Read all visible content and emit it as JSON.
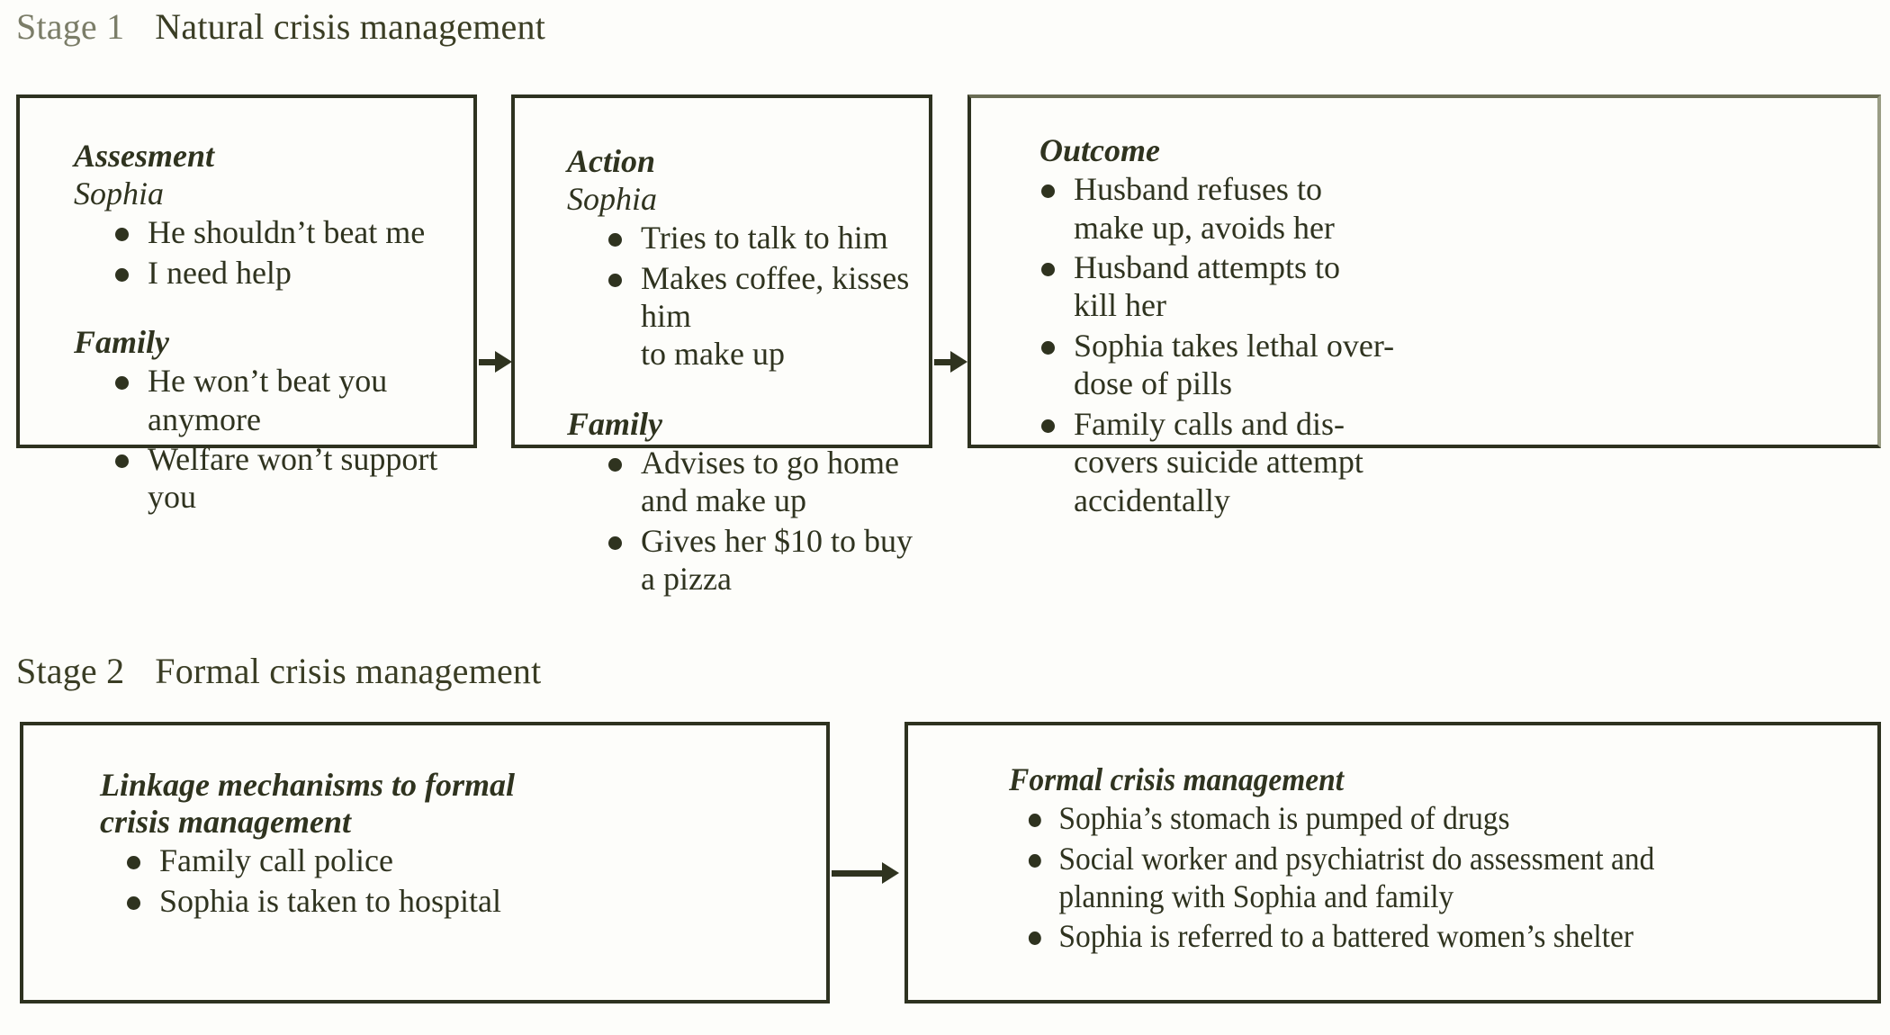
{
  "stages": [
    {
      "label": "Stage 1",
      "title": "Natural crisis management",
      "boxes": [
        {
          "name": "assessment-box",
          "groups": [
            {
              "heading": "Assesment",
              "subheading": "Sophia",
              "items": [
                "He shouldn’t beat me",
                "I need help"
              ]
            },
            {
              "heading": "Family",
              "subheading": "",
              "items": [
                "He won’t beat you anymore",
                "Welfare won’t support you"
              ]
            }
          ]
        },
        {
          "name": "action-box",
          "groups": [
            {
              "heading": "Action",
              "subheading": "Sophia",
              "items": [
                "Tries to talk to him",
                "Makes coffee, kisses him\nto make up"
              ]
            },
            {
              "heading": "Family",
              "subheading": "",
              "items": [
                "Advises to go home\nand make up",
                "Gives her $10 to buy a pizza"
              ]
            }
          ]
        },
        {
          "name": "outcome-box",
          "groups": [
            {
              "heading": "Outcome",
              "subheading": "",
              "items": [
                "Husband refuses to\nmake up, avoids her",
                "Husband attempts to\nkill her",
                "Sophia takes lethal over-\ndose of pills",
                "Family calls and dis-\ncovers suicide attempt\naccidentally"
              ]
            }
          ]
        }
      ]
    },
    {
      "label": "Stage 2",
      "title": "Formal crisis management",
      "boxes": [
        {
          "name": "linkage-box",
          "groups": [
            {
              "heading": "Linkage mechanisms to formal\ncrisis management",
              "subheading": "",
              "items": [
                "Family call police",
                "Sophia is taken to hospital"
              ]
            }
          ]
        },
        {
          "name": "formal-crisis-box",
          "groups": [
            {
              "heading": "Formal crisis management",
              "subheading": "",
              "items": [
                "Sophia’s stomach is pumped of drugs",
                "Social worker and psychiatrist do assessment and\nplanning with Sophia and family",
                "Sophia is referred to a battered women’s shelter"
              ]
            }
          ]
        }
      ]
    }
  ],
  "arrows": [
    {
      "name": "arrow-assessment-to-action"
    },
    {
      "name": "arrow-action-to-outcome"
    },
    {
      "name": "arrow-linkage-to-formal"
    }
  ],
  "colors": {
    "ink": "#2f331f",
    "paper": "#fdfdfa",
    "muted": "#7b7d68"
  }
}
